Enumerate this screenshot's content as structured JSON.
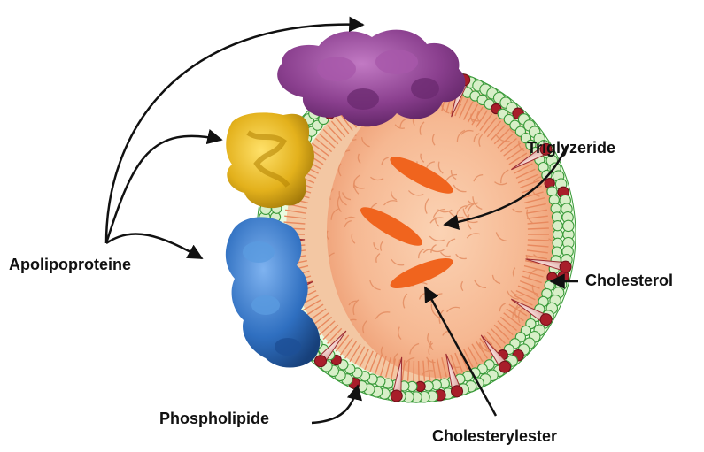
{
  "labels": {
    "apolipoproteine": "Apolipoproteine",
    "triglyzeride": "Triglyzeride",
    "cholesterol": "Cholesterol",
    "phospholipide": "Phospholipide",
    "cholesterylester": "Cholesterylester"
  },
  "colors": {
    "background": "#ffffff",
    "phospholipid_head": "#d8efc8",
    "phospholipid_outline": "#3a9a3a",
    "cholesterol_head": "#a81e2a",
    "core_fill": "#f6b892",
    "tail_lines": "#e0865a",
    "apoprotein_purple": "#8a3f8e",
    "apoprotein_yellow": "#e3b11c",
    "apoprotein_blue": "#2f6fc0",
    "ester_orange": "#f0641e",
    "arrows": "#111111"
  }
}
